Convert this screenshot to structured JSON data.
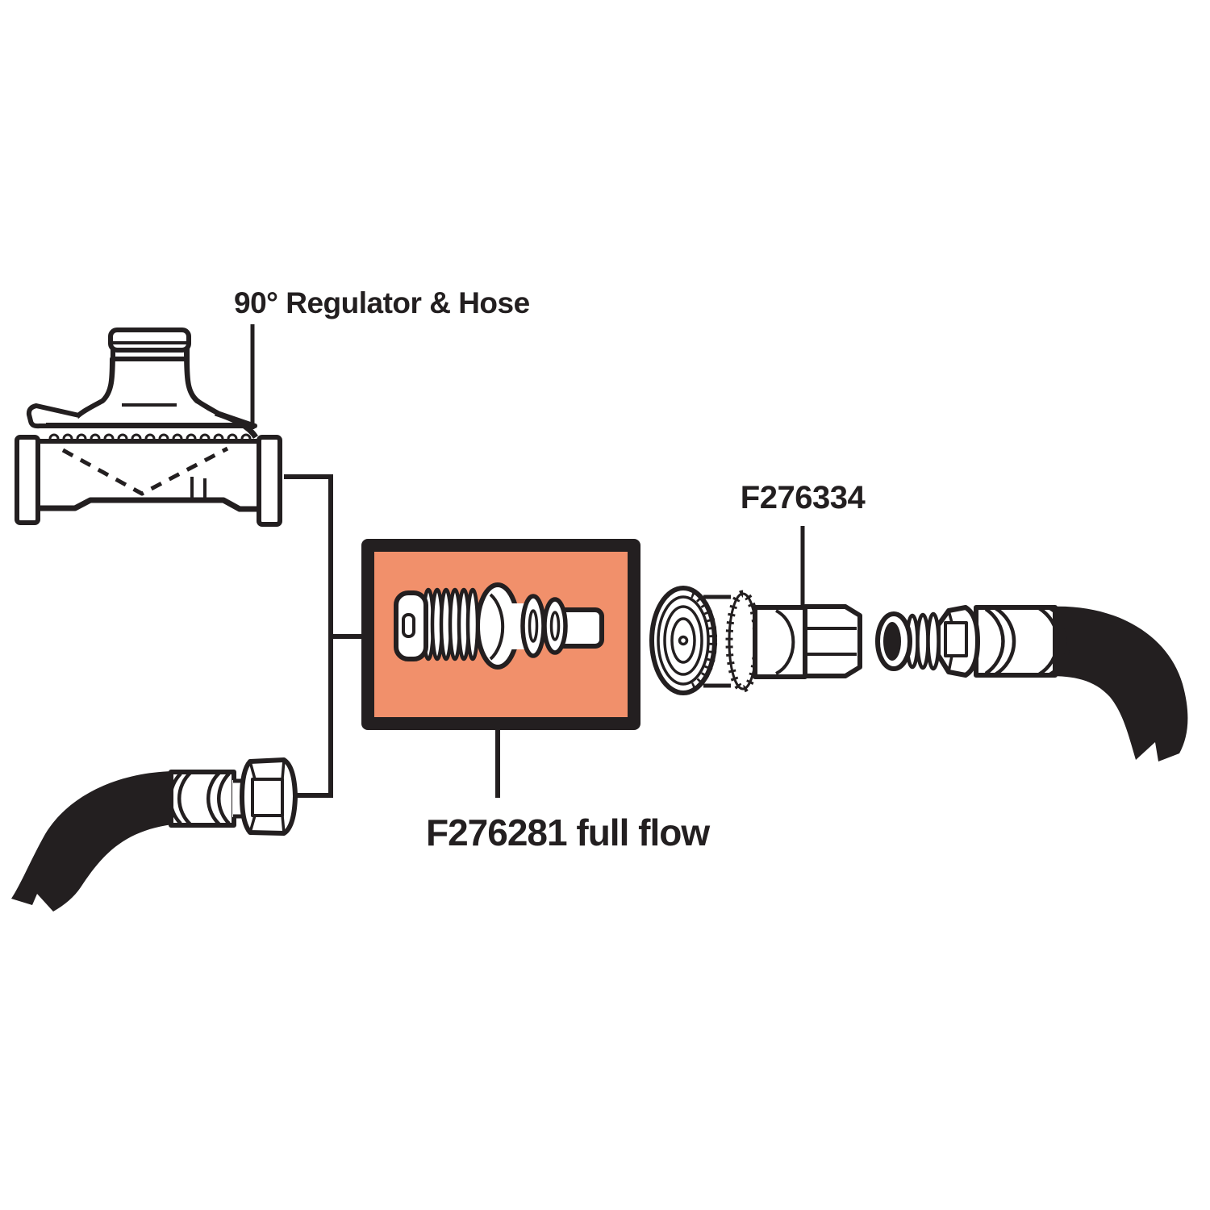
{
  "diagram": {
    "labels": {
      "regulator": "90° Regulator & Hose",
      "coupler_part_number": "F276334",
      "highlighted_part": "F276281 full flow"
    },
    "colors": {
      "ink": "#231f20",
      "highlight_fill": "#f1906b",
      "paper": "#ffffff"
    }
  }
}
